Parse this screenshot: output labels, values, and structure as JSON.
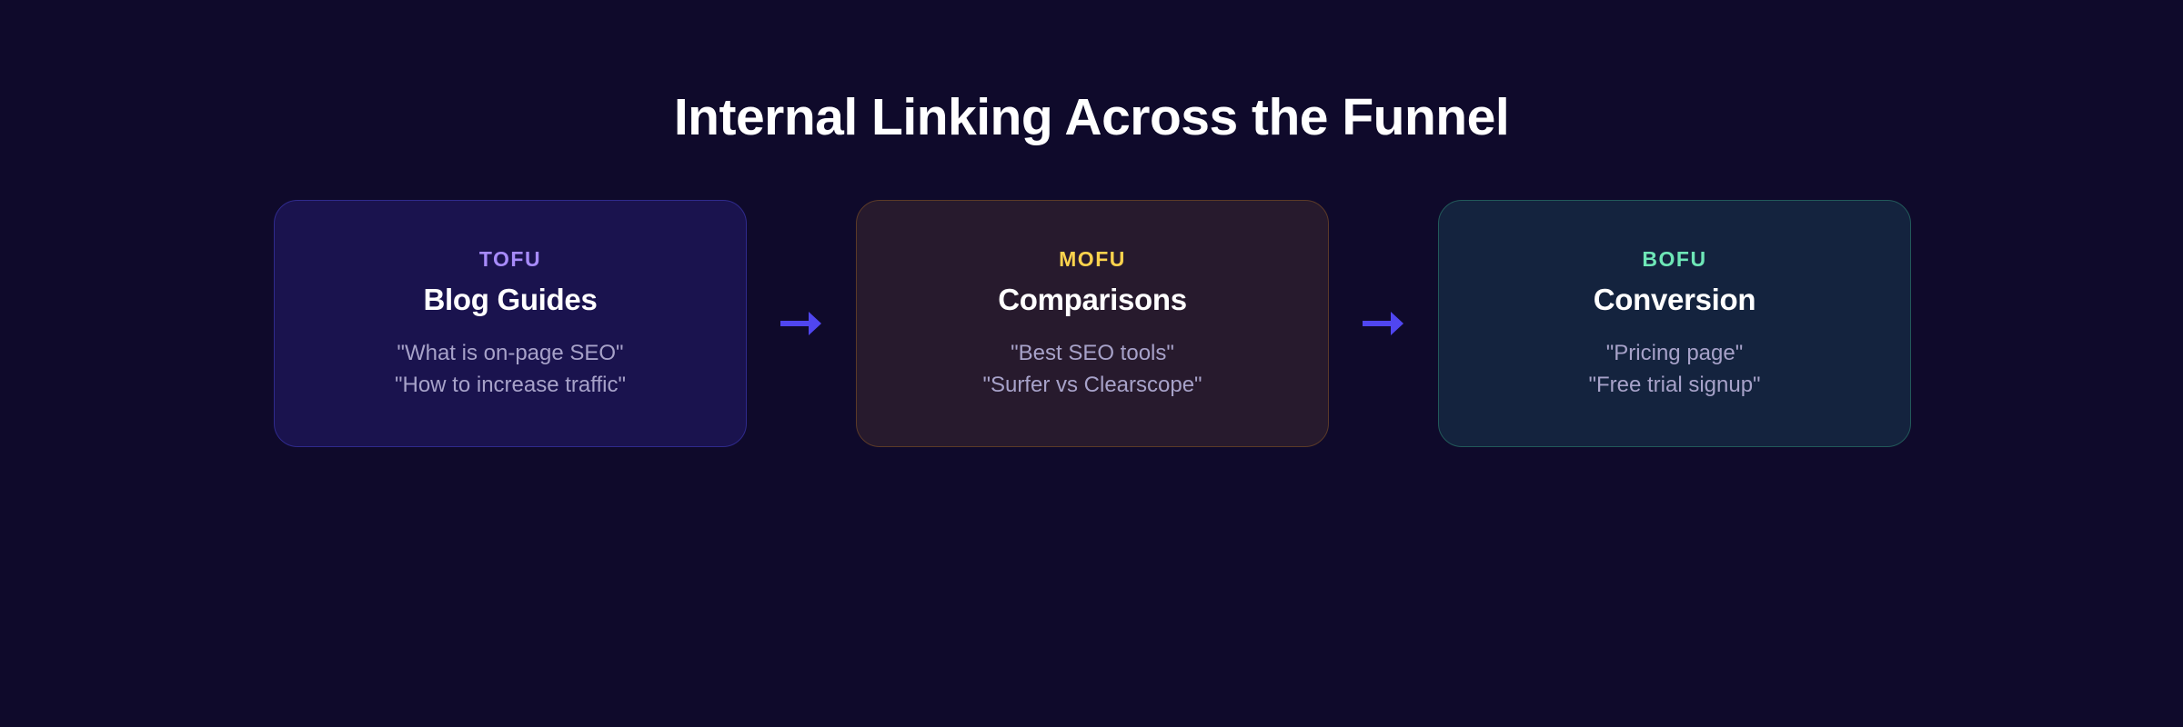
{
  "diagram": {
    "title": "Internal Linking Across the Funnel",
    "stages": [
      {
        "label": "TOFU",
        "title": "Blog Guides",
        "examples": [
          "\"What is on-page SEO\"",
          "\"How to increase traffic\""
        ],
        "accent_color": "#a78bfa",
        "card_bg": "#1a134e",
        "card_border": "#2f2a8c"
      },
      {
        "label": "MOFU",
        "title": "Comparisons",
        "examples": [
          "\"Best SEO tools\"",
          "\"Surfer vs Clearscope\""
        ],
        "accent_color": "#fcd34d",
        "card_bg": "#271a2d",
        "card_border": "#5b3a28"
      },
      {
        "label": "BOFU",
        "title": "Conversion",
        "examples": [
          "\"Pricing page\"",
          "\"Free trial signup\""
        ],
        "accent_color": "#6ee7b7",
        "card_bg": "#14233e",
        "card_border": "#22595a"
      }
    ],
    "connectors": [
      {
        "icon": "arrow-right-icon",
        "from": "TOFU",
        "to": "MOFU",
        "color": "#5046f0"
      },
      {
        "icon": "arrow-right-icon",
        "from": "MOFU",
        "to": "BOFU",
        "color": "#5046f0"
      }
    ],
    "colors": {
      "background": "#0f0a2b",
      "title_text": "#ffffff",
      "example_text": "#a7a2c9"
    }
  }
}
